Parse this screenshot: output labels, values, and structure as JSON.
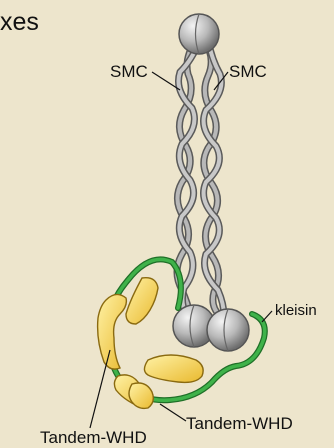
{
  "title_fragment": "xes",
  "labels": {
    "smc_left": "SMC",
    "smc_right": "SMC",
    "kleisin": "kleisin",
    "tandem_whd_right": "Tandem-WHD",
    "tandem_whd_left": "Tandem-WHD"
  },
  "colors": {
    "background": "#ede5cc",
    "coil": "#9a9a9a",
    "head_sphere": "#bdbdbd",
    "kleisin": "#2f9a3a",
    "whd_yellow": "#f5d55a"
  }
}
